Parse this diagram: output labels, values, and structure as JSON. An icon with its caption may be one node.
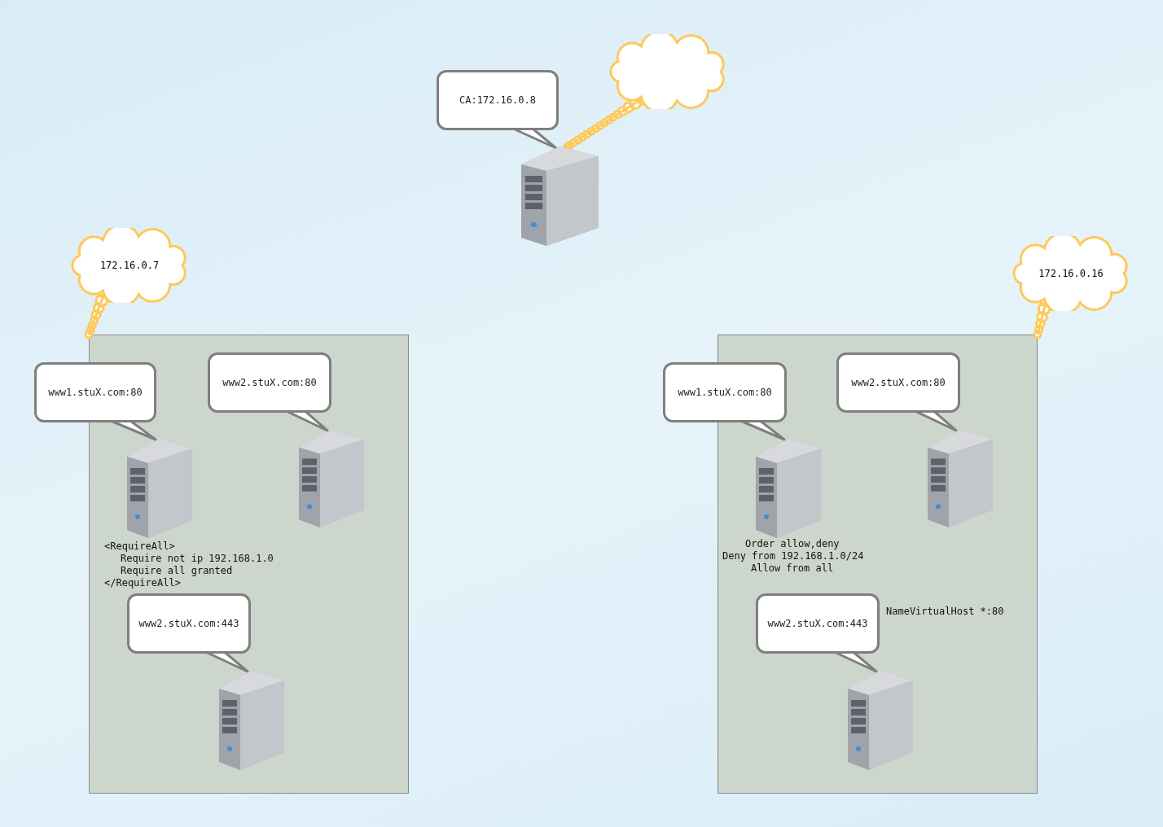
{
  "diagram": {
    "nodes": [
      {
        "text": [],
        "shape": "cloud"
      },
      {
        "text": [
          "CA:172.16.0.8"
        ]
      },
      {
        "text": [],
        "shape": "picture"
      },
      {
        "text": [
          "172.16.0.7"
        ]
      },
      {
        "text": [],
        "shape": "box"
      },
      {
        "text": [
          "www1.stuX.com:80"
        ]
      },
      {
        "text": [],
        "shape": "picture",
        "in": 4
      },
      {
        "text": [
          "www2.stuX.com:80"
        ],
        "in": 4
      },
      {
        "text": [],
        "shape": "picture",
        "in": 4
      },
      {
        "text": [
          "www2.stuX.com:443"
        ],
        "in": 4
      },
      {
        "text": [],
        "shape": "picture",
        "in": 4
      },
      {
        "text": [
          "172.16.0.16"
        ]
      },
      {
        "text": [],
        "shape": "box"
      },
      {
        "text": [
          "www1.stuX.com:80"
        ]
      },
      {
        "text": [],
        "shape": "picture",
        "in": 12
      },
      {
        "text": [
          "www2.stuX.com:80"
        ],
        "in": 12
      },
      {
        "text": [],
        "shape": "picture",
        "in": 12
      },
      {
        "text": [
          "www2.stuX.com:443"
        ],
        "in": 12
      },
      {
        "text": [],
        "shape": "picture",
        "in": 12
      }
    ],
    "edges": [
      {
        "from": 1,
        "to": 2,
        "arrow": "none"
      },
      {
        "from": 0,
        "to": 2,
        "arrow": "none",
        "color": "#fdc95a"
      },
      {
        "from": 3,
        "to": 4,
        "arrow": "none",
        "color": "#fdc95a"
      },
      {
        "from": 5,
        "to": 6,
        "arrow": "none"
      },
      {
        "from": 7,
        "to": 8,
        "arrow": "none"
      },
      {
        "from": 9,
        "to": 10,
        "arrow": "none"
      },
      {
        "from": 11,
        "to": 12,
        "arrow": "none",
        "color": "#fdc95a"
      },
      {
        "from": 13,
        "to": 14,
        "arrow": "none"
      },
      {
        "from": 15,
        "to": 16,
        "arrow": "none"
      },
      {
        "from": 17,
        "to": 18,
        "arrow": "none"
      }
    ],
    "labels": [
      "<RequireAll>",
      "Require not ip 192.168.1.0",
      "Require all granted",
      "</RequireAll>",
      "Order allow,deny",
      "Deny from 192.168.1.0/24",
      "Allow from all",
      "NameVirtualHost *:80"
    ]
  }
}
